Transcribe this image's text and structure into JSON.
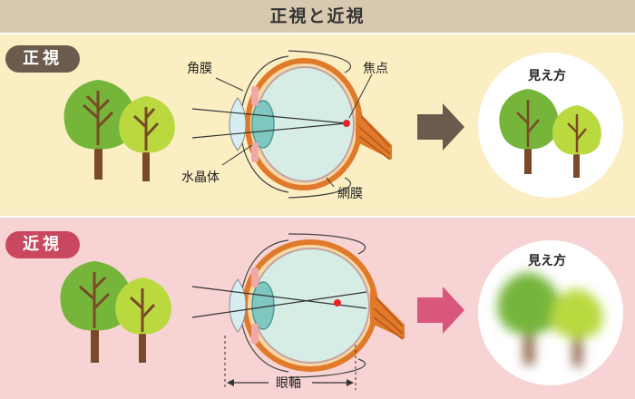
{
  "header": {
    "title": "正視と近視"
  },
  "sections": {
    "normal": {
      "badge": "正視",
      "view_label": "見え方"
    },
    "myopia": {
      "badge": "近視",
      "view_label": "見え方"
    }
  },
  "eye_labels": {
    "cornea": "角膜",
    "focus": "焦点",
    "lens": "水晶体",
    "retina": "網膜",
    "axial_length": "眼軸"
  },
  "colors": {
    "normal_bg": "#fbeec3",
    "myopia_bg": "#f7d3d3",
    "normal_arrow": "#6b5b4d",
    "myopia_arrow": "#d9577a",
    "tree_dark": "#74b53a",
    "tree_light": "#b9d93f",
    "trunk": "#7a4a28"
  }
}
